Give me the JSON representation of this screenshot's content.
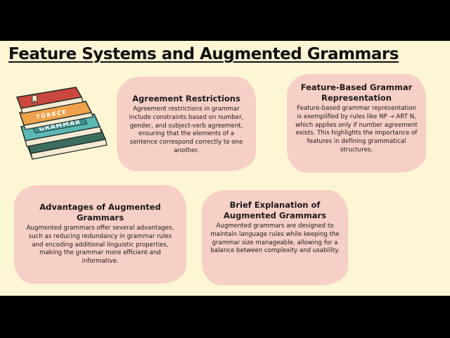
{
  "slide": {
    "title": "Feature Systems and Augmented Grammars",
    "illustration": {
      "icon": "books-stack-icon",
      "book_labels": [
        "TÜRKÇE",
        "GRAMMAR"
      ]
    },
    "cards": [
      {
        "heading": "Agreement Restrictions",
        "body": "Agreement restrictions in grammar include constraints based on number, gender, and subject-verb agreement, ensuring that the elements of a sentence correspond correctly to one another."
      },
      {
        "heading": "Feature-Based Grammar Representation",
        "body": "Feature-based grammar representation is exemplified by rules like NP → ART N, which applies only if number agreement exists. This highlights the importance of features in defining grammatical structures."
      },
      {
        "heading": "Advantages of Augmented Grammars",
        "body": "Augmented grammars offer several advantages, such as reducing redundancy in grammar rules and encoding additional linguistic properties, making the grammar more efficient and informative."
      },
      {
        "heading": "Brief Explanation of Augmented Grammars",
        "body": "Augmented grammars are designed to maintain language rules while keeping the grammar size manageable, allowing for a balance between complexity and usability."
      }
    ],
    "colors": {
      "background": "#fdf6d5",
      "card": "#f6cfc6",
      "letterbox": "#000000"
    }
  }
}
